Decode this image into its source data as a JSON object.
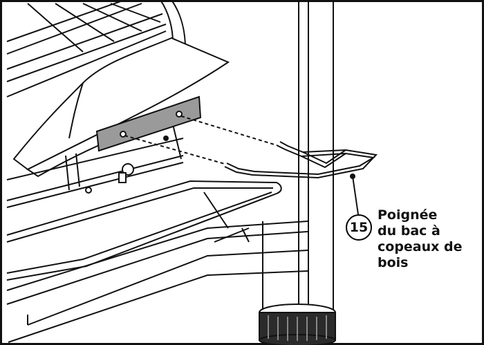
{
  "callout": {
    "number": "15",
    "label_lines": [
      "Poignée",
      "du bac à",
      "copeaux de",
      "bois"
    ]
  },
  "colors": {
    "line": "#111111",
    "bracket": "#9a9a9a",
    "footer": "#2b2b2b",
    "background": "#ffffff"
  }
}
